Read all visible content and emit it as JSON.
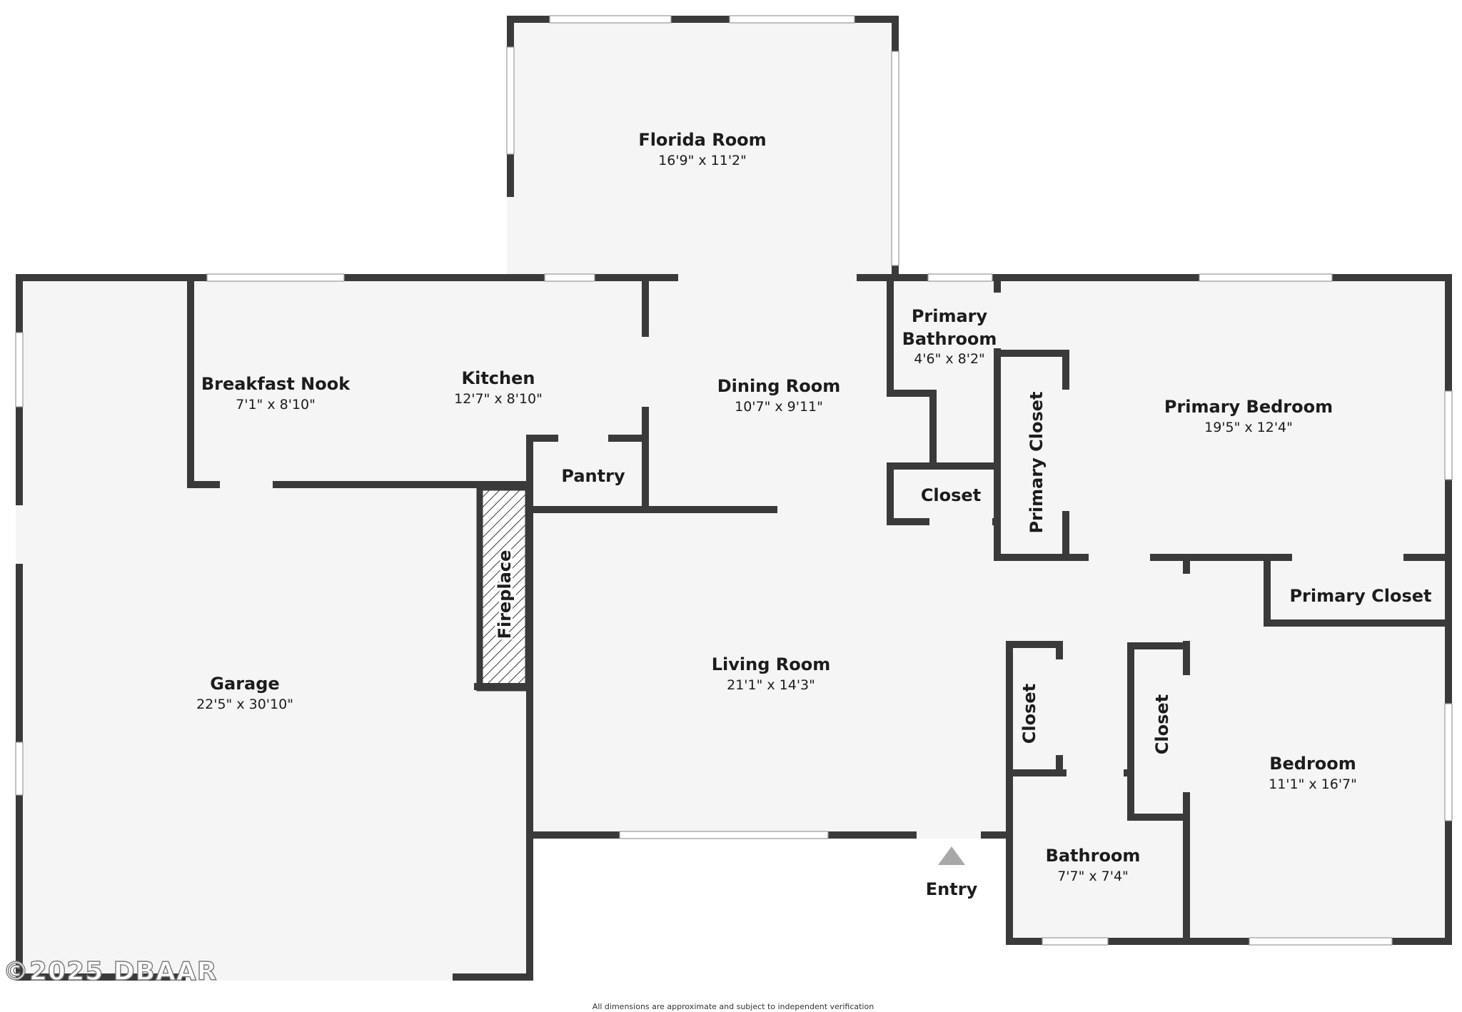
{
  "rooms": {
    "florida_room": {
      "name": "Florida Room",
      "dims": "16'9\" x 11'2\""
    },
    "breakfast_nook": {
      "name": "Breakfast Nook",
      "dims": "7'1\" x 8'10\""
    },
    "kitchen": {
      "name": "Kitchen",
      "dims": "12'7\" x 8'10\""
    },
    "dining_room": {
      "name": "Dining Room",
      "dims": "10'7\" x 9'11\""
    },
    "primary_bathroom": {
      "name_line1": "Primary",
      "name_line2": "Bathroom",
      "dims": "4'6\" x 8'2\""
    },
    "primary_bedroom": {
      "name": "Primary Bedroom",
      "dims": "19'5\" x 12'4\""
    },
    "primary_closet_vertical": {
      "name": "Primary Closet"
    },
    "closet_small": {
      "name": "Closet"
    },
    "pantry": {
      "name": "Pantry"
    },
    "fireplace": {
      "name": "Fireplace"
    },
    "garage": {
      "name": "Garage",
      "dims": "22'5\" x 30'10\""
    },
    "living_room": {
      "name": "Living Room",
      "dims": "21'1\" x 14'3\""
    },
    "primary_closet_horizontal": {
      "name": "Primary Closet"
    },
    "closet_hall": {
      "name": "Closet"
    },
    "closet_bedroom": {
      "name": "Closet"
    },
    "bedroom": {
      "name": "Bedroom",
      "dims": "11'1\" x 16'7\""
    },
    "bathroom": {
      "name": "Bathroom",
      "dims": "7'7\" x 7'4\""
    }
  },
  "entry": {
    "label": "Entry"
  },
  "watermark": "©2025 DBAAR",
  "disclaimer": "All dimensions are approximate and subject to independent verification",
  "colors": {
    "wall": "#3a3a3a",
    "floor": "#f5f5f5",
    "entry_marker": "#a8a8a8"
  }
}
